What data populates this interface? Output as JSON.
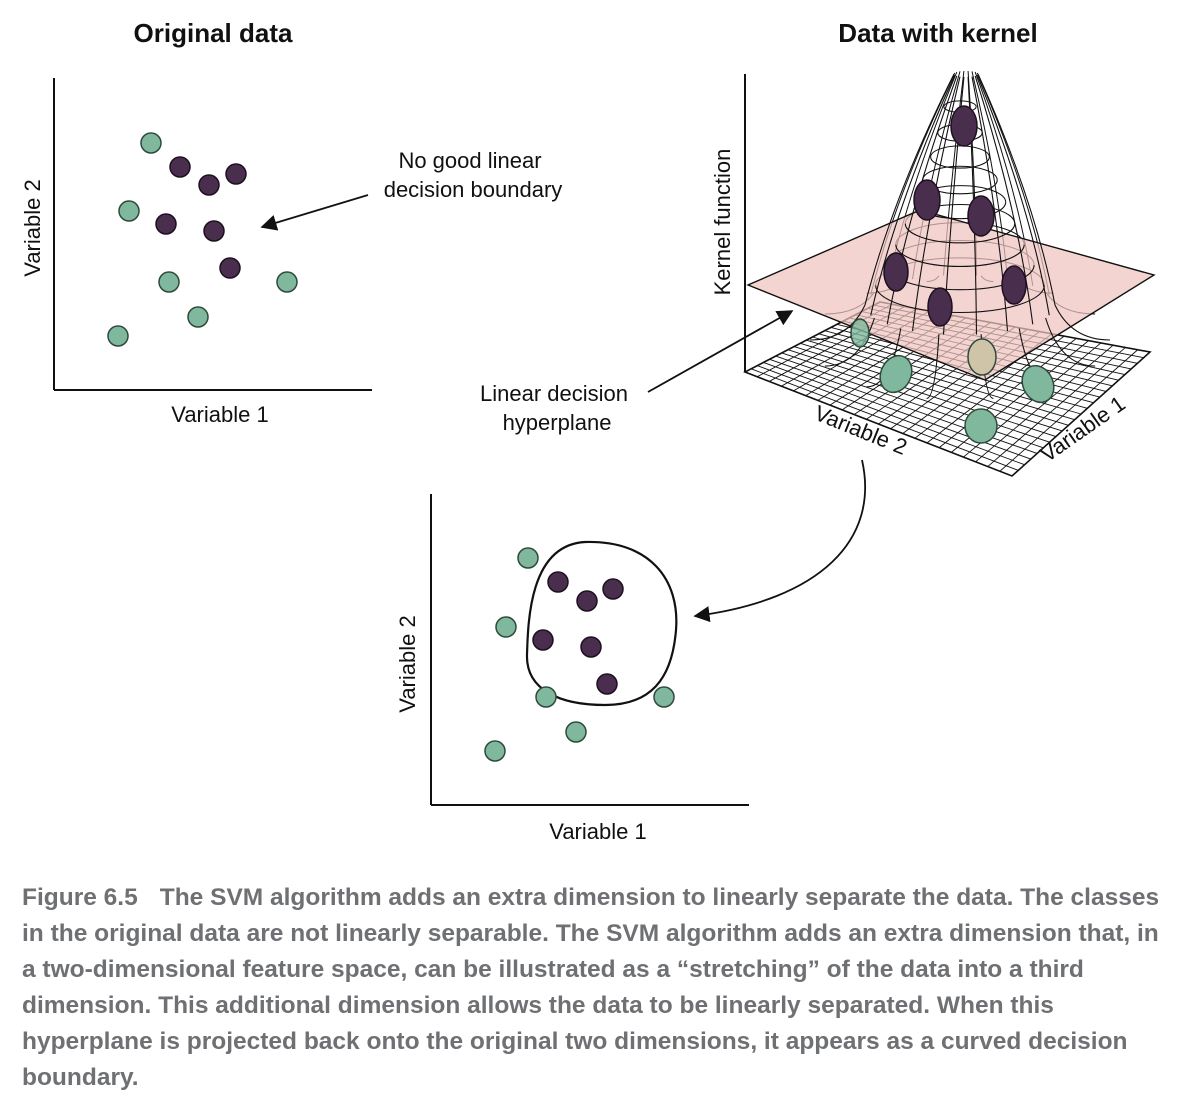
{
  "titles": {
    "left": "Original data",
    "right": "Data with kernel"
  },
  "axes": {
    "top_left": {
      "x": "Variable 1",
      "y": "Variable 2"
    },
    "bottom": {
      "x": "Variable 1",
      "y": "Variable 2"
    },
    "kernel": {
      "z": "Kernel function",
      "var2": "Variable 2",
      "var1": "Variable 1"
    }
  },
  "annotations": {
    "no_boundary": [
      "No good linear",
      "decision boundary"
    ],
    "hyperplane": [
      "Linear decision",
      "hyperplane"
    ]
  },
  "colors": {
    "class_a": "#7fb89c",
    "class_b": "#4a2e4e",
    "plane": "#efc4bf",
    "axis": "#111111"
  },
  "caption": {
    "label": "Figure 6.5",
    "text": "The SVM algorithm adds an extra dimension to linearly separate the data. The classes in the original data are not linearly separable. The SVM algorithm adds an extra dimension that, in a two-dimensional feature space, can be illustrated as a “stretching” of the data into a third dimension. This additional dimension allows the data to be linearly separated. When this hyperplane is projected back onto the original two dimensions, it appears as a curved decision boundary."
  }
}
